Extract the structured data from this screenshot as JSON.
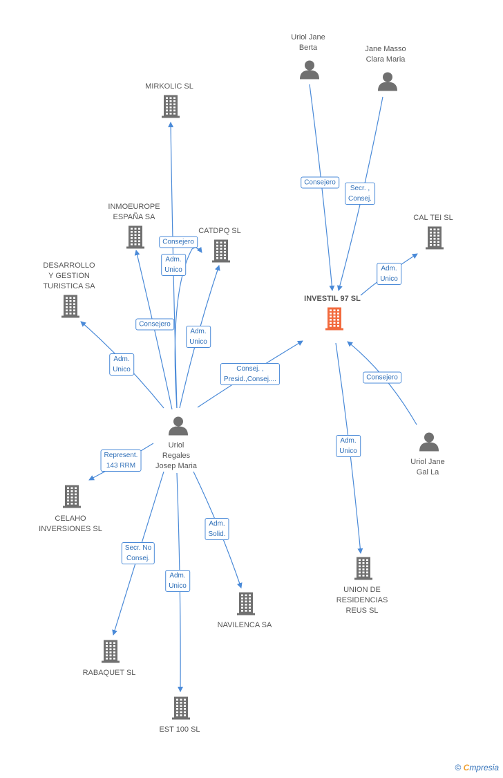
{
  "colors": {
    "edge": "#4a8ad8",
    "building": "#707070",
    "focus_building": "#f26a3d",
    "person": "#707070"
  },
  "nodes": {
    "uriol_jane_berta": {
      "label": "Uriol Jane\nBerta",
      "kind": "person"
    },
    "jane_masso": {
      "label": "Jane Masso\nClara Maria",
      "kind": "person"
    },
    "mirkolic": {
      "label": "MIRKOLIC SL",
      "kind": "company"
    },
    "inmoeurope": {
      "label": "INMOEUROPE\nESPAÑA SA",
      "kind": "company"
    },
    "catdpq": {
      "label": "CATDPQ SL",
      "kind": "company"
    },
    "desarrollo": {
      "label": "DESARROLLO\nY GESTION\nTURISTICA SA",
      "kind": "company"
    },
    "cal_tei": {
      "label": "CAL TEI SL",
      "kind": "company"
    },
    "investil": {
      "label": "INVESTIL 97 SL",
      "kind": "company-focus"
    },
    "uriol_regales": {
      "label": "Uriol\nRegales\nJosep Maria",
      "kind": "person"
    },
    "uriol_jane_gal": {
      "label": "Uriol Jane\nGal La",
      "kind": "person"
    },
    "celaho": {
      "label": "CELAHO\nINVERSIONES SL",
      "kind": "company"
    },
    "union": {
      "label": "UNION DE\nRESIDENCIAS\nREUS  SL",
      "kind": "company"
    },
    "navilenca": {
      "label": "NAVILENCA SA",
      "kind": "company"
    },
    "rabaquet": {
      "label": "RABAQUET SL",
      "kind": "company"
    },
    "est100": {
      "label": "EST 100 SL",
      "kind": "company"
    }
  },
  "edges": {
    "berta_investil": "Consejero",
    "masso_investil": "Secr. ,\nConsej.",
    "investil_caltei": "Adm.\nUnico",
    "galla_investil": "Consejero",
    "investil_union": "Adm.\nUnico",
    "regales_investil": "Consej. ,\nPresid.,Consej....",
    "regales_mirkolic": "Adm.\nUnico",
    "regales_catdpq_consejero": "Consejero",
    "regales_inmoeurope": "Consejero",
    "regales_catdpq": "Adm.\nUnico",
    "regales_desarrollo": "Adm.\nUnico",
    "regales_celaho": "Represent.\n143 RRM",
    "regales_rabaquet": "Secr.  No\nConsej.",
    "regales_est100": "Adm.\nUnico",
    "regales_navilenca": "Adm.\nSolid."
  },
  "footer": {
    "symbol": "©",
    "brand_first": "C",
    "brand_rest": "mpresia"
  }
}
